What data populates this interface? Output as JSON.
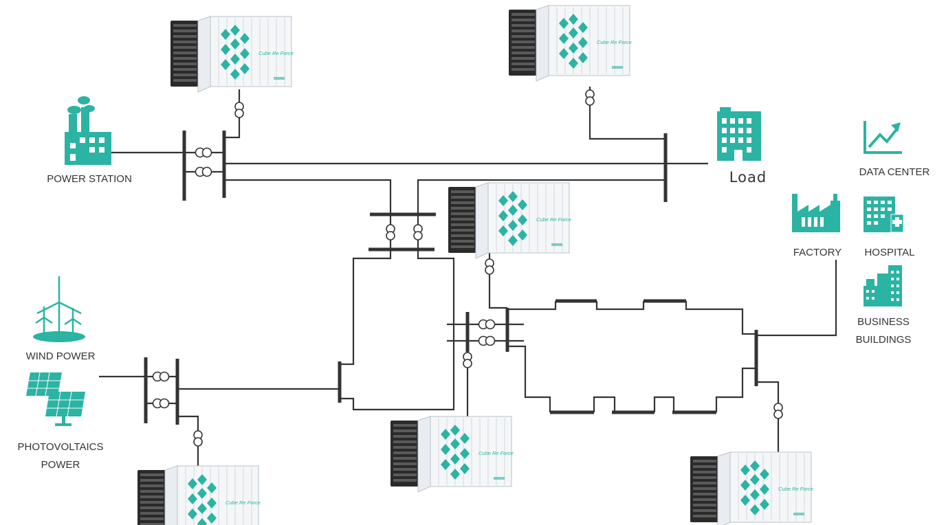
{
  "labels": {
    "power_station": "POWER STATION",
    "load": "Load",
    "data_center": "DATA CENTER",
    "factory": "FACTORY",
    "hospital": "HOSPITAL",
    "business_line1": "BUSINESS",
    "business_line2": "BUILDINGS",
    "wind_power": "WIND POWER",
    "pv_line1": "PHOTOVOLTAICS",
    "pv_line2": "POWER"
  },
  "container_brand": "Cube Re Force",
  "colors": {
    "accent": "#2bb3a3",
    "wire": "#333333",
    "rack": "#2a2a2a"
  },
  "icons": {
    "power_station": "factory-chimney-icon",
    "load": "apartment-building-icon",
    "data_center": "trend-chart-icon",
    "factory": "factory-icon",
    "hospital": "hospital-icon",
    "business": "office-buildings-icon",
    "wind": "wind-turbine-icon",
    "solar": "solar-panel-icon",
    "storage": "battery-storage-container-icon"
  }
}
